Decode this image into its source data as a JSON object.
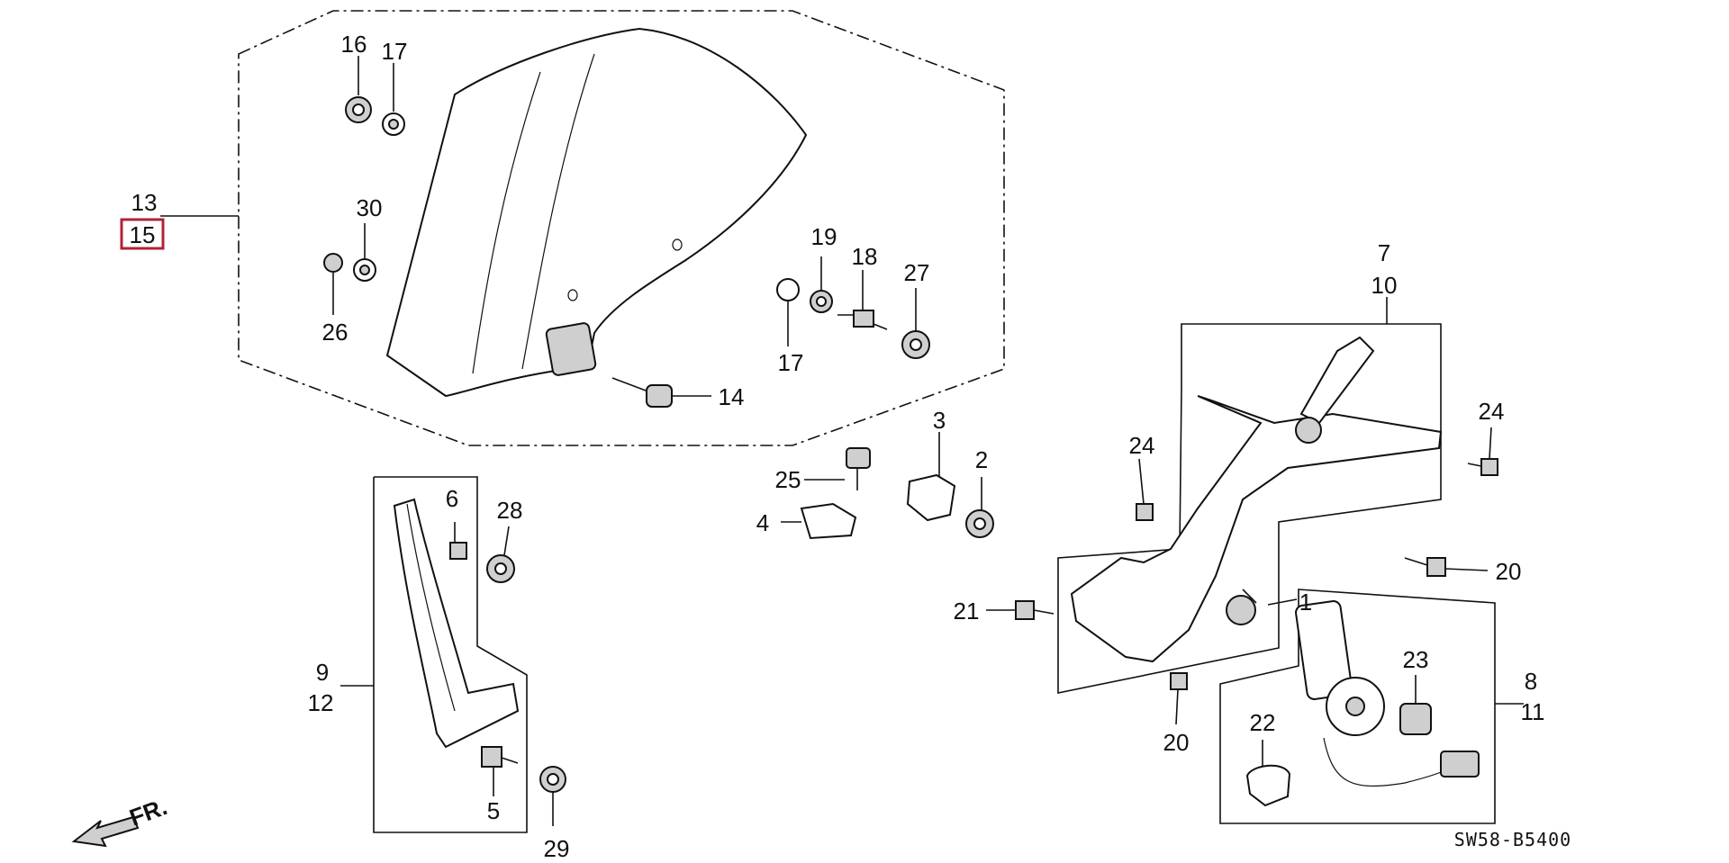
{
  "diagram": {
    "code": "SW58-B5400",
    "direction_label": "FR.",
    "colors": {
      "highlight_box": "#b0233a",
      "line": "#111111"
    },
    "callouts": {
      "c1": "1",
      "c2": "2",
      "c3": "3",
      "c4": "4",
      "c5": "5",
      "c6": "6",
      "c7": "7",
      "c8": "8",
      "c9": "9",
      "c10": "10",
      "c11": "11",
      "c12": "12",
      "c13": "13",
      "c14": "14",
      "c15": "15",
      "c16": "16",
      "c17a": "17",
      "c17b": "17",
      "c18": "18",
      "c19": "19",
      "c20a": "20",
      "c20b": "20",
      "c21": "21",
      "c22": "22",
      "c23": "23",
      "c24a": "24",
      "c24b": "24",
      "c25": "25",
      "c26": "26",
      "c27": "27",
      "c28": "28",
      "c29": "29",
      "c30": "30"
    }
  }
}
